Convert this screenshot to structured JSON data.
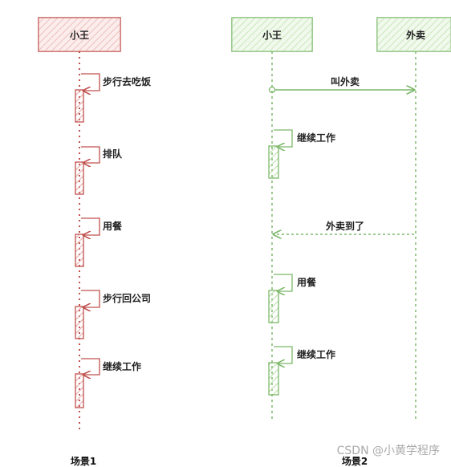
{
  "colors": {
    "red_stroke": "#c0504d",
    "red_fill": "#f2c9c7",
    "green_stroke": "#7cb86a",
    "green_fill": "#d6ecc9"
  },
  "scene1": {
    "actor": "小王",
    "steps": [
      "步行去吃饭",
      "排队",
      "用餐",
      "步行回公司",
      "继续工作"
    ],
    "caption": "场景1"
  },
  "scene2": {
    "actor_left": "小王",
    "actor_right": "外卖",
    "message_call": "叫外卖",
    "message_arrive": "外卖到了",
    "steps": [
      "继续工作",
      "用餐",
      "继续工作"
    ],
    "caption": "场景2"
  },
  "watermark": "CSDN @小黄学程序"
}
